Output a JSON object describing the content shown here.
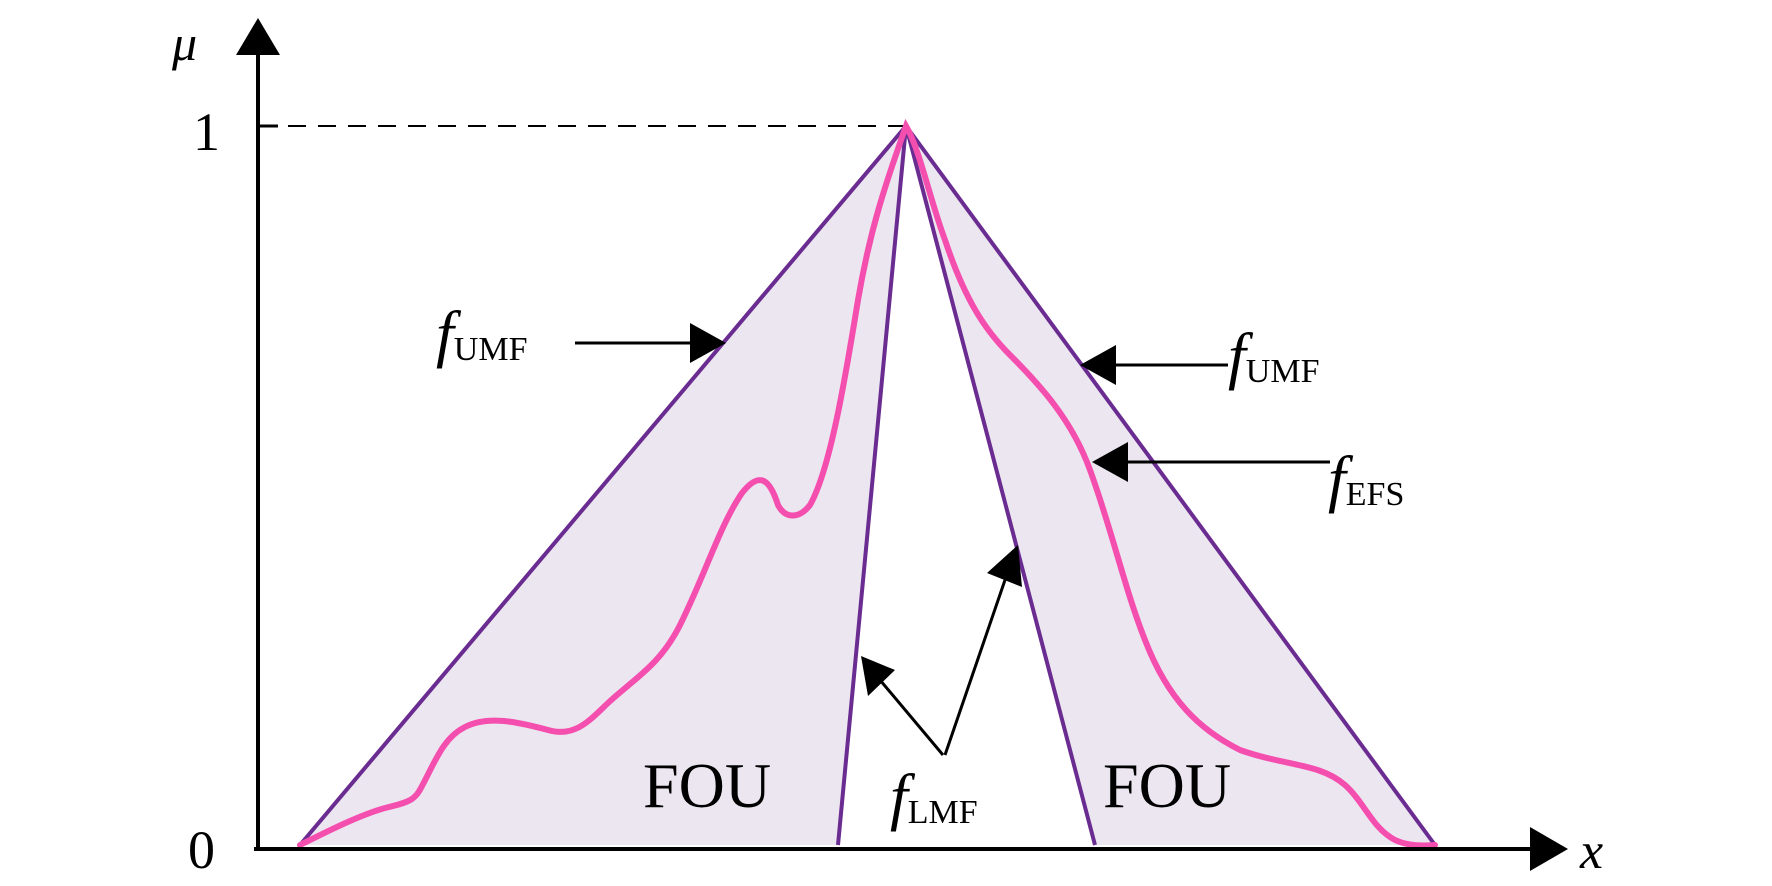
{
  "colors": {
    "fou_fill": "#ece6f0",
    "bound_line": "#6a2c91",
    "efs_line": "#f44faf",
    "axis": "#000000"
  },
  "axes": {
    "y_label": "μ",
    "x_label": "x",
    "tick_one": "1",
    "tick_zero": "0"
  },
  "labels": {
    "umf_left": {
      "f": "f",
      "sub": "UMF"
    },
    "umf_right": {
      "f": "f",
      "sub": "UMF"
    },
    "efs": {
      "f": "f",
      "sub": "EFS"
    },
    "lmf": {
      "f": "f",
      "sub": "LMF"
    },
    "fou_left": "FOU",
    "fou_right": "FOU"
  }
}
